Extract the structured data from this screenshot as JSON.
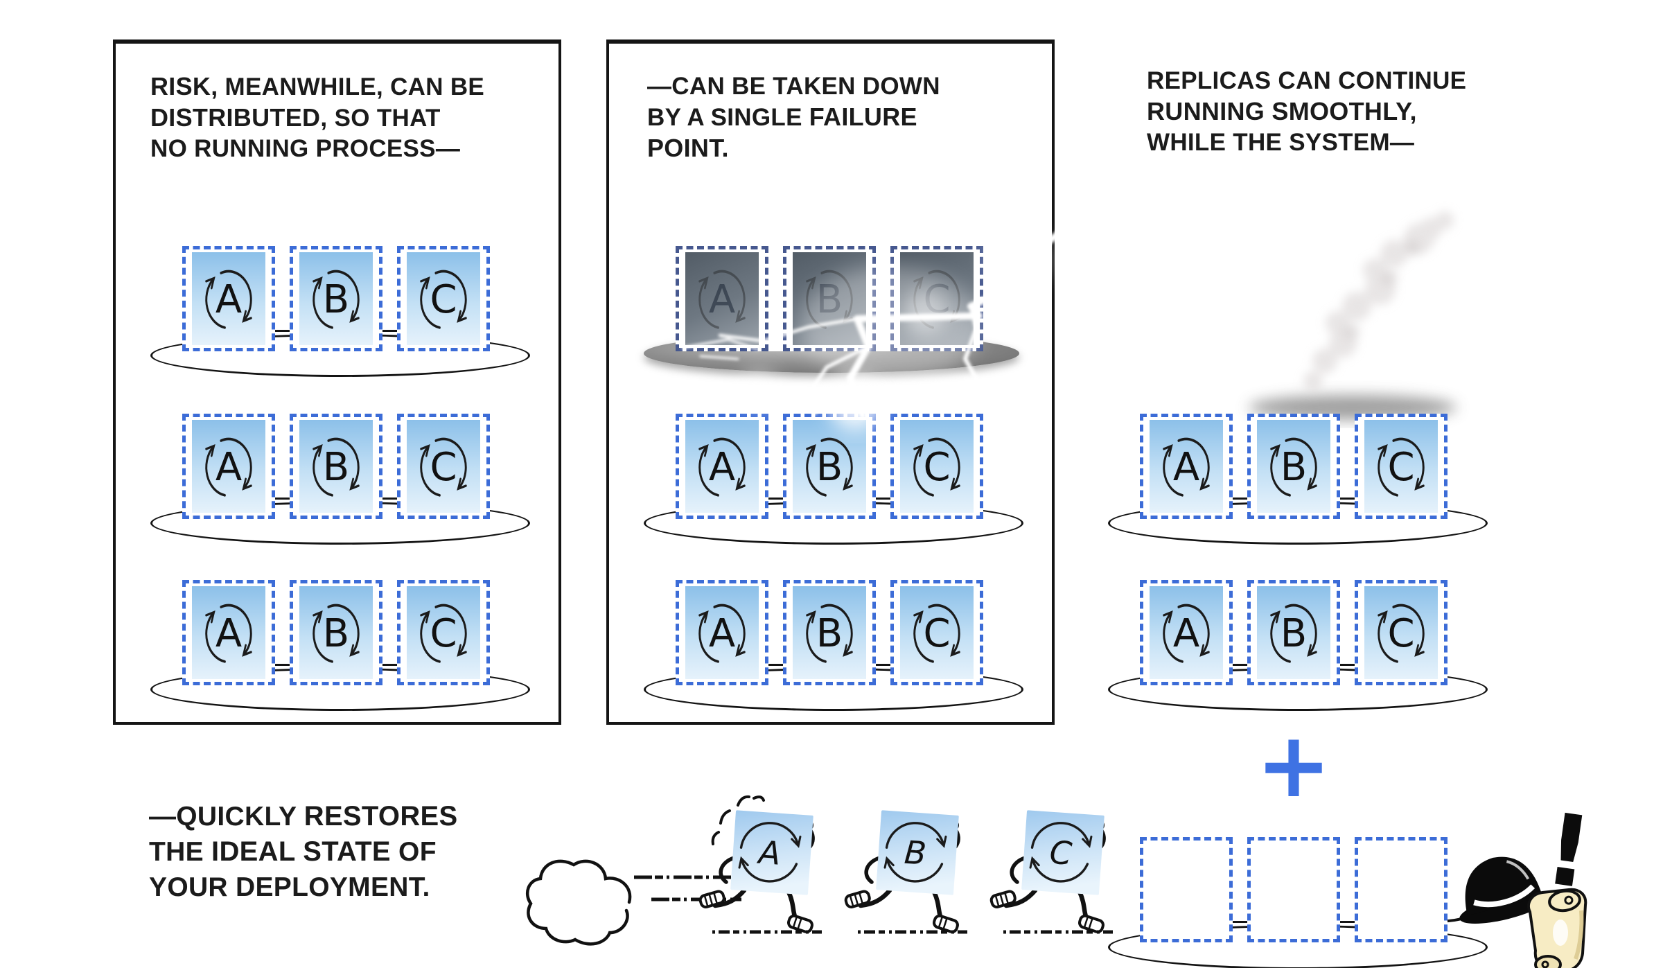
{
  "panel1": {
    "caption_bold_1": "RISK,",
    "caption_normal_1": " MEANWHILE, CAN BE",
    "caption_bold_2": "DISTRIBUTED,",
    "caption_normal_2": " SO THAT",
    "caption_normal_3": "NO RUNNING PROCESS—"
  },
  "panel2": {
    "caption_normal_1": "—CAN BE TAKEN DOWN",
    "caption_normal_2": "BY A SINGLE ",
    "caption_bold_2": "FAILURE",
    "caption_bold_3": "POINT."
  },
  "panel3": {
    "caption_normal_1": "REPLICAS CAN CONTINUE",
    "caption_bold_2": "RUNNING SMOOTHLY,",
    "caption_normal_3": "WHILE THE SYSTEM—",
    "plus_sign": "+"
  },
  "restore_caption": {
    "normal_1": "—QUICKLY ",
    "bold_1": "RESTORES",
    "normal_2a": "THE ",
    "bold_2": "IDEAL STATE",
    "normal_2b": " OF",
    "normal_3": "YOUR DEPLOYMENT."
  },
  "pods": {
    "letters": [
      "A",
      "B",
      "C"
    ]
  },
  "runners": {
    "letters": [
      "A",
      "B",
      "C"
    ]
  },
  "hat_scene": {
    "exclamation": "!"
  },
  "icons": {
    "sync_arrows": "circular-refresh-arrows",
    "lightning": "lightning-bolt",
    "smoke": "smoke-wisp",
    "dust_cloud": "dust-cloud",
    "speed_lines": "speed-lines",
    "sweat_drops": "sweat-drops",
    "bowler_hat": "bowler-hat",
    "hand": "cartoon-hand",
    "scroll": "paper-scroll",
    "node": "node-ellipse",
    "plus": "plus-sign",
    "exclamation": "exclamation-mark"
  },
  "colors": {
    "pod_border": "#3c6cd7",
    "pod_fill_top": "#8cc0e9",
    "pod_fill_bottom": "#e6f2fb",
    "ink": "#141414",
    "plus": "#3f72e3",
    "downed_node_fill": "#8e8e8e",
    "dark_pod_fill": "#5c6670",
    "scroll_fill": "#f7ecc4",
    "lightning": "#ffffff"
  }
}
